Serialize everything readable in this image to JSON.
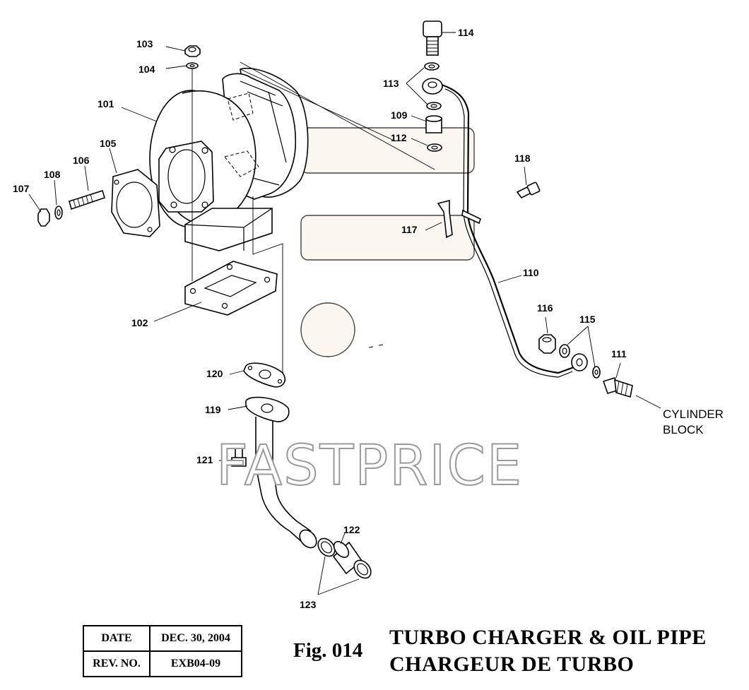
{
  "callouts": {
    "p101": "101",
    "p102": "102",
    "p103": "103",
    "p104": "104",
    "p105": "105",
    "p106": "106",
    "p107": "107",
    "p108": "108",
    "p109": "109",
    "p110": "110",
    "p111": "111",
    "p112": "112",
    "p113": "113",
    "p114": "114",
    "p115": "115",
    "p116": "116",
    "p117": "117",
    "p118": "118",
    "p119": "119",
    "p120": "120",
    "p121": "121",
    "p122": "122",
    "p123": "123"
  },
  "cylinder_block": {
    "line1": "CYLINDER",
    "line2": "BLOCK"
  },
  "watermark": "FASTPRICE",
  "title_block": {
    "date_label": "DATE",
    "date_value": "DEC. 30, 2004",
    "rev_label": "REV. NO.",
    "rev_value": "EXB04-09"
  },
  "figure": {
    "number": "Fig. 014",
    "title_en": "TURBO CHARGER & OIL PIPE",
    "title_fr": "CHARGEUR DE TURBO"
  }
}
